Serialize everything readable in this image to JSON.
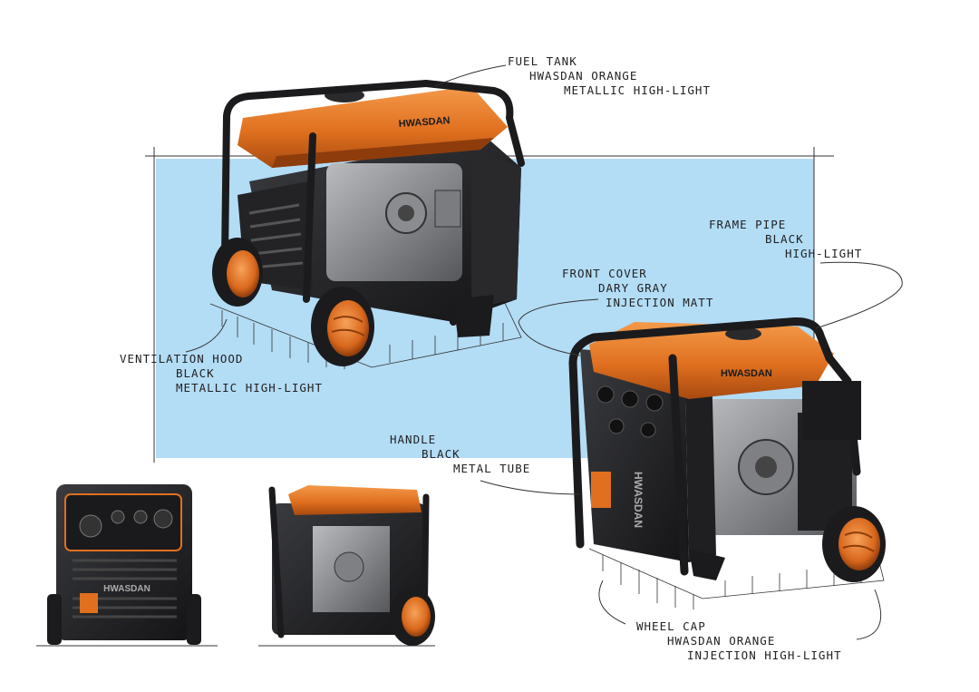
{
  "brand": "HWASDAN",
  "colors": {
    "backdrop": "#b3dcf5",
    "orange": "#e0701f",
    "orange_dark": "#a84a10",
    "frame_black": "#1b1b1d",
    "cover_gray": "#2c2d30",
    "engine_gray": "#6a6c70"
  },
  "annotations": {
    "fuel_tank": {
      "l1": "FUEL TANK",
      "l2": "HWASDAN ORANGE",
      "l3": "METALLIC   HIGH-LIGHT"
    },
    "frame_pipe": {
      "l1": "FRAME PIPE",
      "l2": "BLACK",
      "l3": "HIGH-LIGHT"
    },
    "front_cover": {
      "l1": "FRONT COVER",
      "l2": "DARY  GRAY",
      "l3": "INJECTION  MATT"
    },
    "ventilation_hood": {
      "l1": "VENTILATION HOOD",
      "l2": "BLACK",
      "l3": "METALLIC   HIGH-LIGHT"
    },
    "handle": {
      "l1": "HANDLE",
      "l2": "BLACK",
      "l3": "METAL TUBE"
    },
    "wheel_cap": {
      "l1": "WHEEL CAP",
      "l2": "HWASDAN ORANGE",
      "l3": "INJECTION  HIGH-LIGHT"
    }
  }
}
